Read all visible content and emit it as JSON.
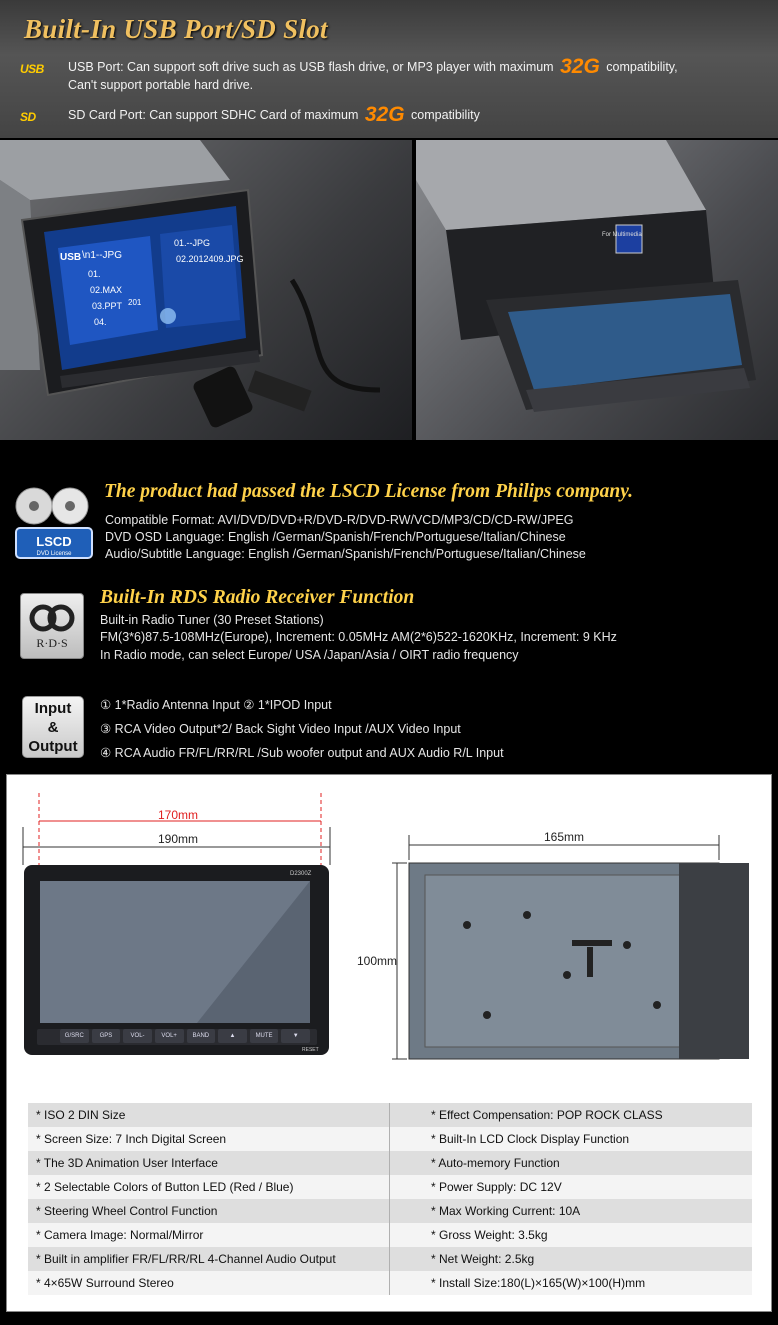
{
  "usb_section": {
    "title": "Built-In USB Port/SD Slot",
    "usb_logo": "USB",
    "usb_text_before": "USB Port: Can support soft drive such as USB flash drive, or MP3 player with maximum",
    "usb_capacity": "32G",
    "usb_text_after": "compatibility,",
    "usb_text_line2": "Can't support portable hard drive.",
    "sd_logo": "SD",
    "sd_text_before": "SD Card Port: Can support SDHC Card of maximum",
    "sd_capacity": "32G",
    "sd_text_after": "compatibility"
  },
  "photos": {
    "left_screen_header": "USB",
    "left_screen_file": "\\n1--JPG",
    "left_list": [
      "01.",
      "02.MAX",
      "03.PPT",
      "04."
    ],
    "left_list_extra": "201",
    "left_right_list": [
      "01.--JPG",
      "02.2012409.JPG"
    ],
    "right_sd_label": "For Multimedia"
  },
  "lscd": {
    "icon_label": "LSCD",
    "icon_sub": "DVD License",
    "title": "The product had passed the LSCD License from Philips company.",
    "lines": [
      "Compatible Format: AVI/DVD/DVD+R/DVD-R/DVD-RW/VCD/MP3/CD/CD-RW/JPEG",
      "DVD OSD Language: English /German/Spanish/French/Portuguese/Italian/Chinese",
      "Audio/Subtitle Language: English /German/Spanish/French/Portuguese/Italian/Chinese"
    ]
  },
  "rds": {
    "icon_label": "R·D·S",
    "title": "Built-In RDS Radio Receiver Function",
    "lines": [
      "Built-in Radio Tuner (30 Preset Stations)",
      "FM(3*6)87.5-108MHz(Europe), Increment: 0.05MHz   AM(2*6)522-1620KHz, Increment: 9 KHz",
      "In Radio mode, can select Europe/ USA /Japan/Asia / OIRT radio frequency"
    ]
  },
  "io": {
    "icon_lines": [
      "Input",
      "&",
      "Output"
    ],
    "lines": [
      "① 1*Radio Antenna Input     ② 1*IPOD Input",
      "③ RCA Video Output*2/ Back Sight Video Input /AUX Video Input",
      "④ RCA Audio FR/FL/RR/RL /Sub woofer output  and AUX Audio R/L Input"
    ]
  },
  "dimensions": {
    "screen_width": "170mm",
    "front_width": "190mm",
    "depth": "165mm",
    "height": "100mm",
    "device_model": "D2300Z",
    "buttons": [
      "G/SRC",
      "GPS",
      "VOL-",
      "VOL+",
      "BAND",
      "▲",
      "MUTE",
      "▼"
    ],
    "reset_label": "RESET"
  },
  "specs": [
    [
      "* ISO 2 DIN Size",
      "* Effect Compensation: POP  ROCK  CLASS"
    ],
    [
      "* Screen Size: 7 Inch Digital Screen",
      "* Built-In LCD Clock Display Function"
    ],
    [
      "* The 3D Animation User Interface",
      "* Auto-memory Function"
    ],
    [
      "* 2 Selectable Colors of Button LED (Red / Blue)",
      "* Power Supply: DC 12V"
    ],
    [
      "* Steering Wheel Control Function",
      "* Max Working Current: 10A"
    ],
    [
      "* Camera Image: Normal/Mirror",
      "* Gross Weight: 3.5kg"
    ],
    [
      "* Built in amplifier FR/FL/RR/RL 4-Channel Audio Output",
      "* Net Weight: 2.5kg"
    ],
    [
      "* 4×65W Surround Stereo",
      "* Install Size:180(L)×165(W)×100(H)mm"
    ]
  ]
}
